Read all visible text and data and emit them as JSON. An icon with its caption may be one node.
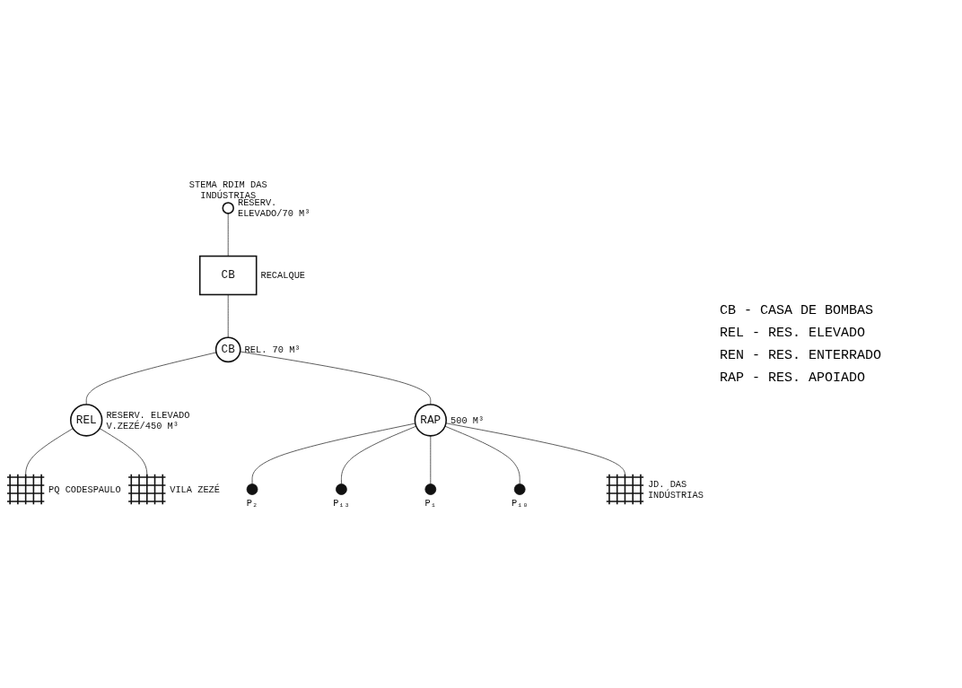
{
  "diagram": {
    "nodes": [
      {
        "text": [],
        "shape": "circle",
        "beside": [
          "STEMA RDIM DAS INDÚSTRIAS",
          "RESERV. ELEVADO/70 M³"
        ]
      },
      {
        "text": [
          "CB"
        ],
        "beside": [
          "RECALQUE"
        ]
      },
      {
        "text": [
          "CB"
        ],
        "beside": [
          "REL. 70 M³"
        ]
      },
      {
        "text": [
          "REL"
        ],
        "beside": [
          "RESERV. ELEVADO V.ZEZÉ/450 M³"
        ]
      },
      {
        "text": [],
        "shape": "picture",
        "beside": [
          "PQ CODESPAULO"
        ]
      },
      {
        "text": [],
        "shape": "picture",
        "beside": [
          "VILA ZEZÉ"
        ]
      },
      {
        "text": [
          "RAP"
        ],
        "beside": [
          "500 M³"
        ]
      },
      {
        "text": [],
        "shape": "circle",
        "beside": [
          "P₂"
        ]
      },
      {
        "text": [],
        "shape": "circle",
        "beside": [
          "P₁₃"
        ]
      },
      {
        "text": [],
        "shape": "circle",
        "beside": [
          "P₁"
        ]
      },
      {
        "text": [],
        "shape": "circle",
        "beside": [
          "P₁₀"
        ]
      },
      {
        "text": [],
        "shape": "picture",
        "beside": [
          "JD. DAS INDÚSTRIAS"
        ]
      }
    ],
    "edges": [
      {
        "from": 0,
        "to": 1,
        "arrow": "none"
      },
      {
        "from": 1,
        "to": 2,
        "arrow": "none"
      },
      {
        "from": 2,
        "to": 3,
        "arrow": "none"
      },
      {
        "from": 3,
        "to": 4,
        "arrow": "none"
      },
      {
        "from": 3,
        "to": 5,
        "arrow": "none"
      },
      {
        "from": 2,
        "to": 6,
        "arrow": "none"
      },
      {
        "from": 6,
        "to": 7,
        "arrow": "none"
      },
      {
        "from": 6,
        "to": 8,
        "arrow": "none"
      },
      {
        "from": 6,
        "to": 9,
        "arrow": "none"
      },
      {
        "from": 6,
        "to": 10,
        "arrow": "none"
      },
      {
        "from": 6,
        "to": 11,
        "arrow": "none"
      }
    ],
    "labels": [
      "CB - CASA DE BOMBAS",
      "REL - RES. ELEVADO",
      "REN - RES. ENTERRADO",
      "RAP - RES. APOIADO"
    ]
  }
}
